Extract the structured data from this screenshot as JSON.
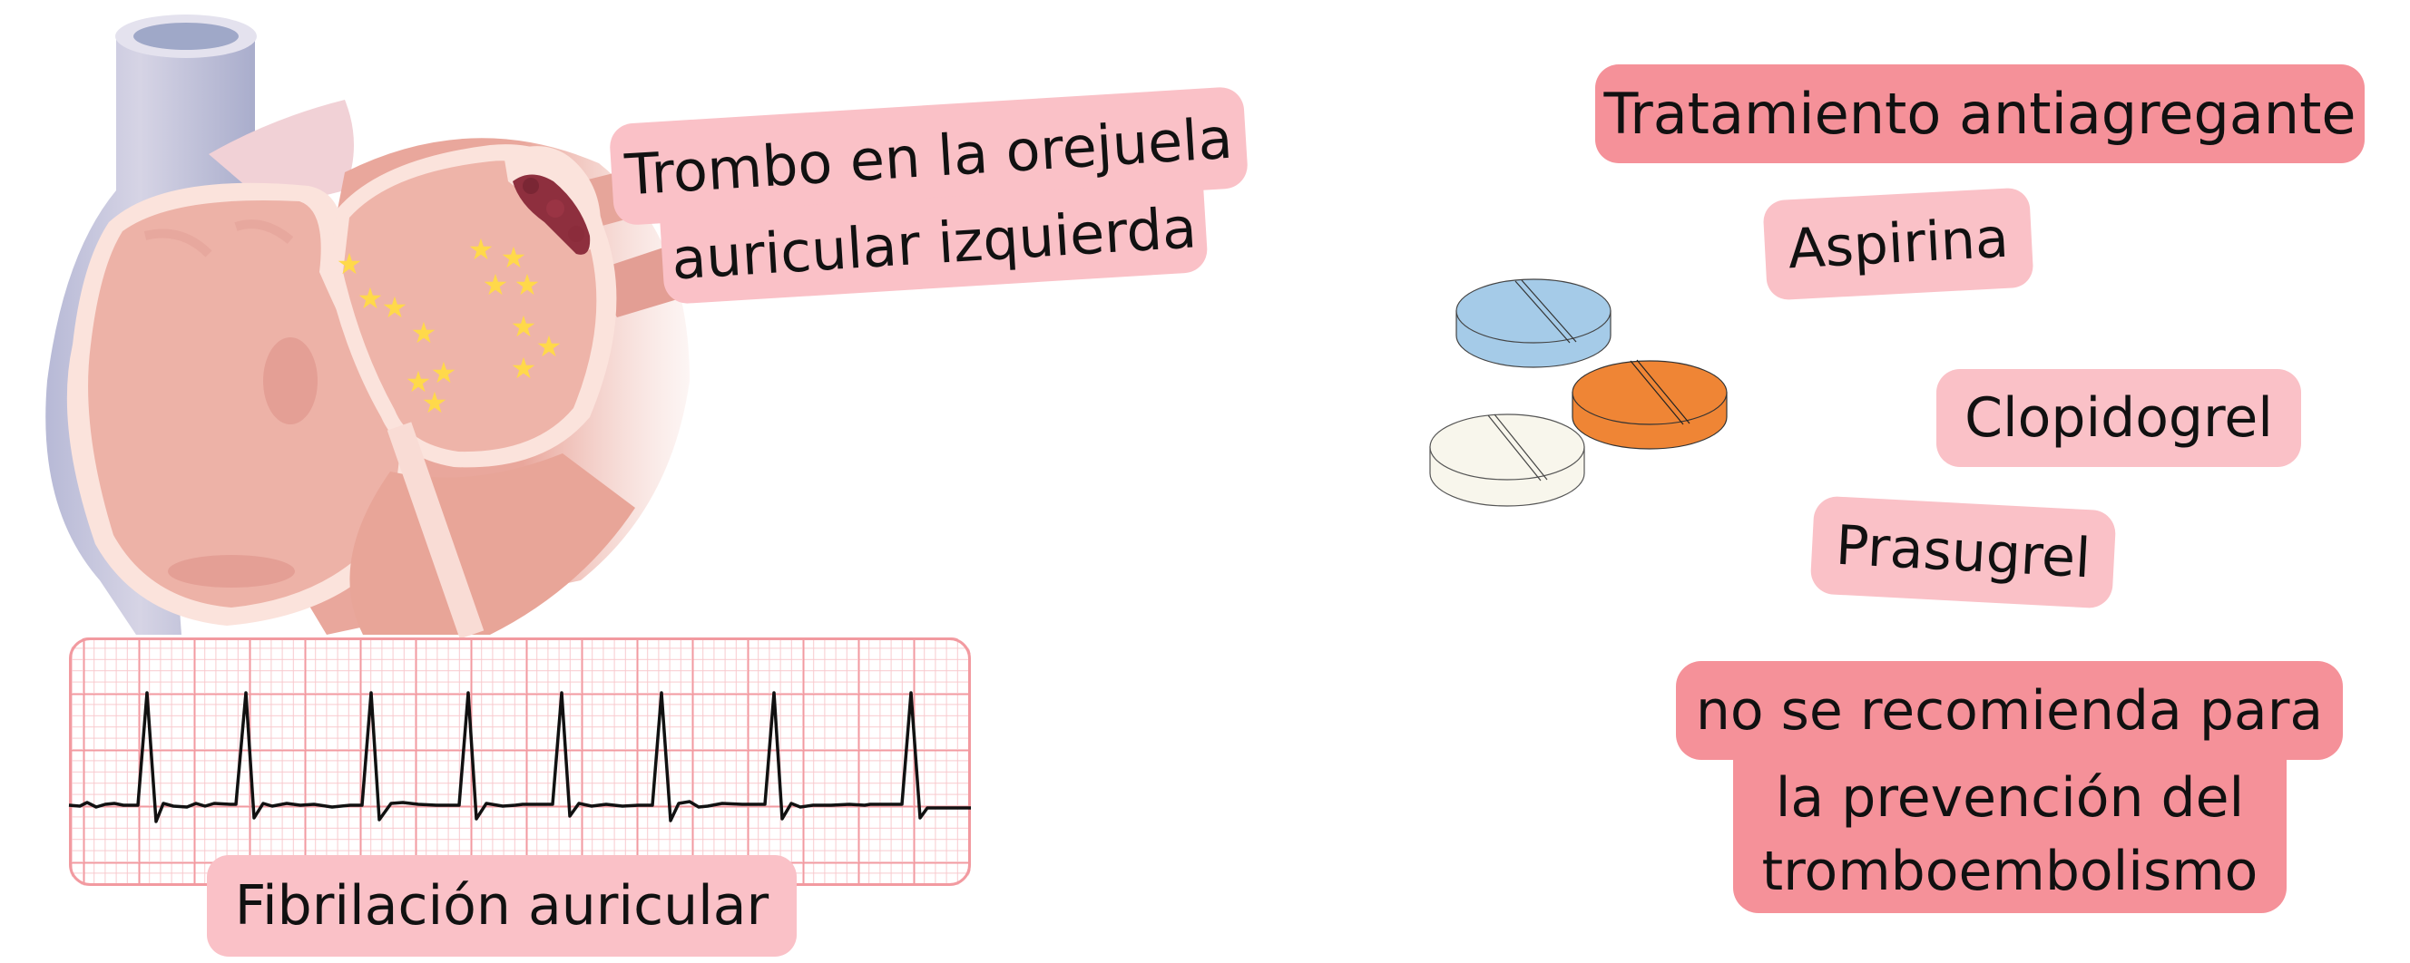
{
  "left_panel": {
    "thrombus_label": {
      "line1": "Trombo en la orejuela",
      "line2": "auricular izquierda"
    },
    "ecg_label": "Fibrilación auricular",
    "heart_illustration": {
      "description": "heart cross-section with left atrial appendage thrombus and yellow stars in the atrium",
      "star_count": 14
    },
    "ecg_strip": {
      "rhythm": "irregular narrow QRS spikes",
      "spike_count": 8
    }
  },
  "right_panel": {
    "title": "Tratamiento antiagregante",
    "drugs": [
      {
        "name": "Aspirina"
      },
      {
        "name": "Clopidogrel"
      },
      {
        "name": "Prasugrel"
      }
    ],
    "pills": [
      {
        "color": "#A5CBE8",
        "name": "blue-pill"
      },
      {
        "color": "#EF8535",
        "name": "orange-pill"
      },
      {
        "color": "#F8F6EC",
        "name": "white-pill"
      }
    ],
    "recommendation": {
      "line1": "no se recomienda para",
      "line2": "la prevención del",
      "line3": "tromboembolismo"
    }
  },
  "colors": {
    "label_light": "#FAC1C7",
    "label_dark": "#F59199",
    "ecg_grid_major": "#F29AA0",
    "ecg_grid_minor": "#F8CACE",
    "star": "#FFD94A",
    "thrombus": "#8E2F3E"
  }
}
